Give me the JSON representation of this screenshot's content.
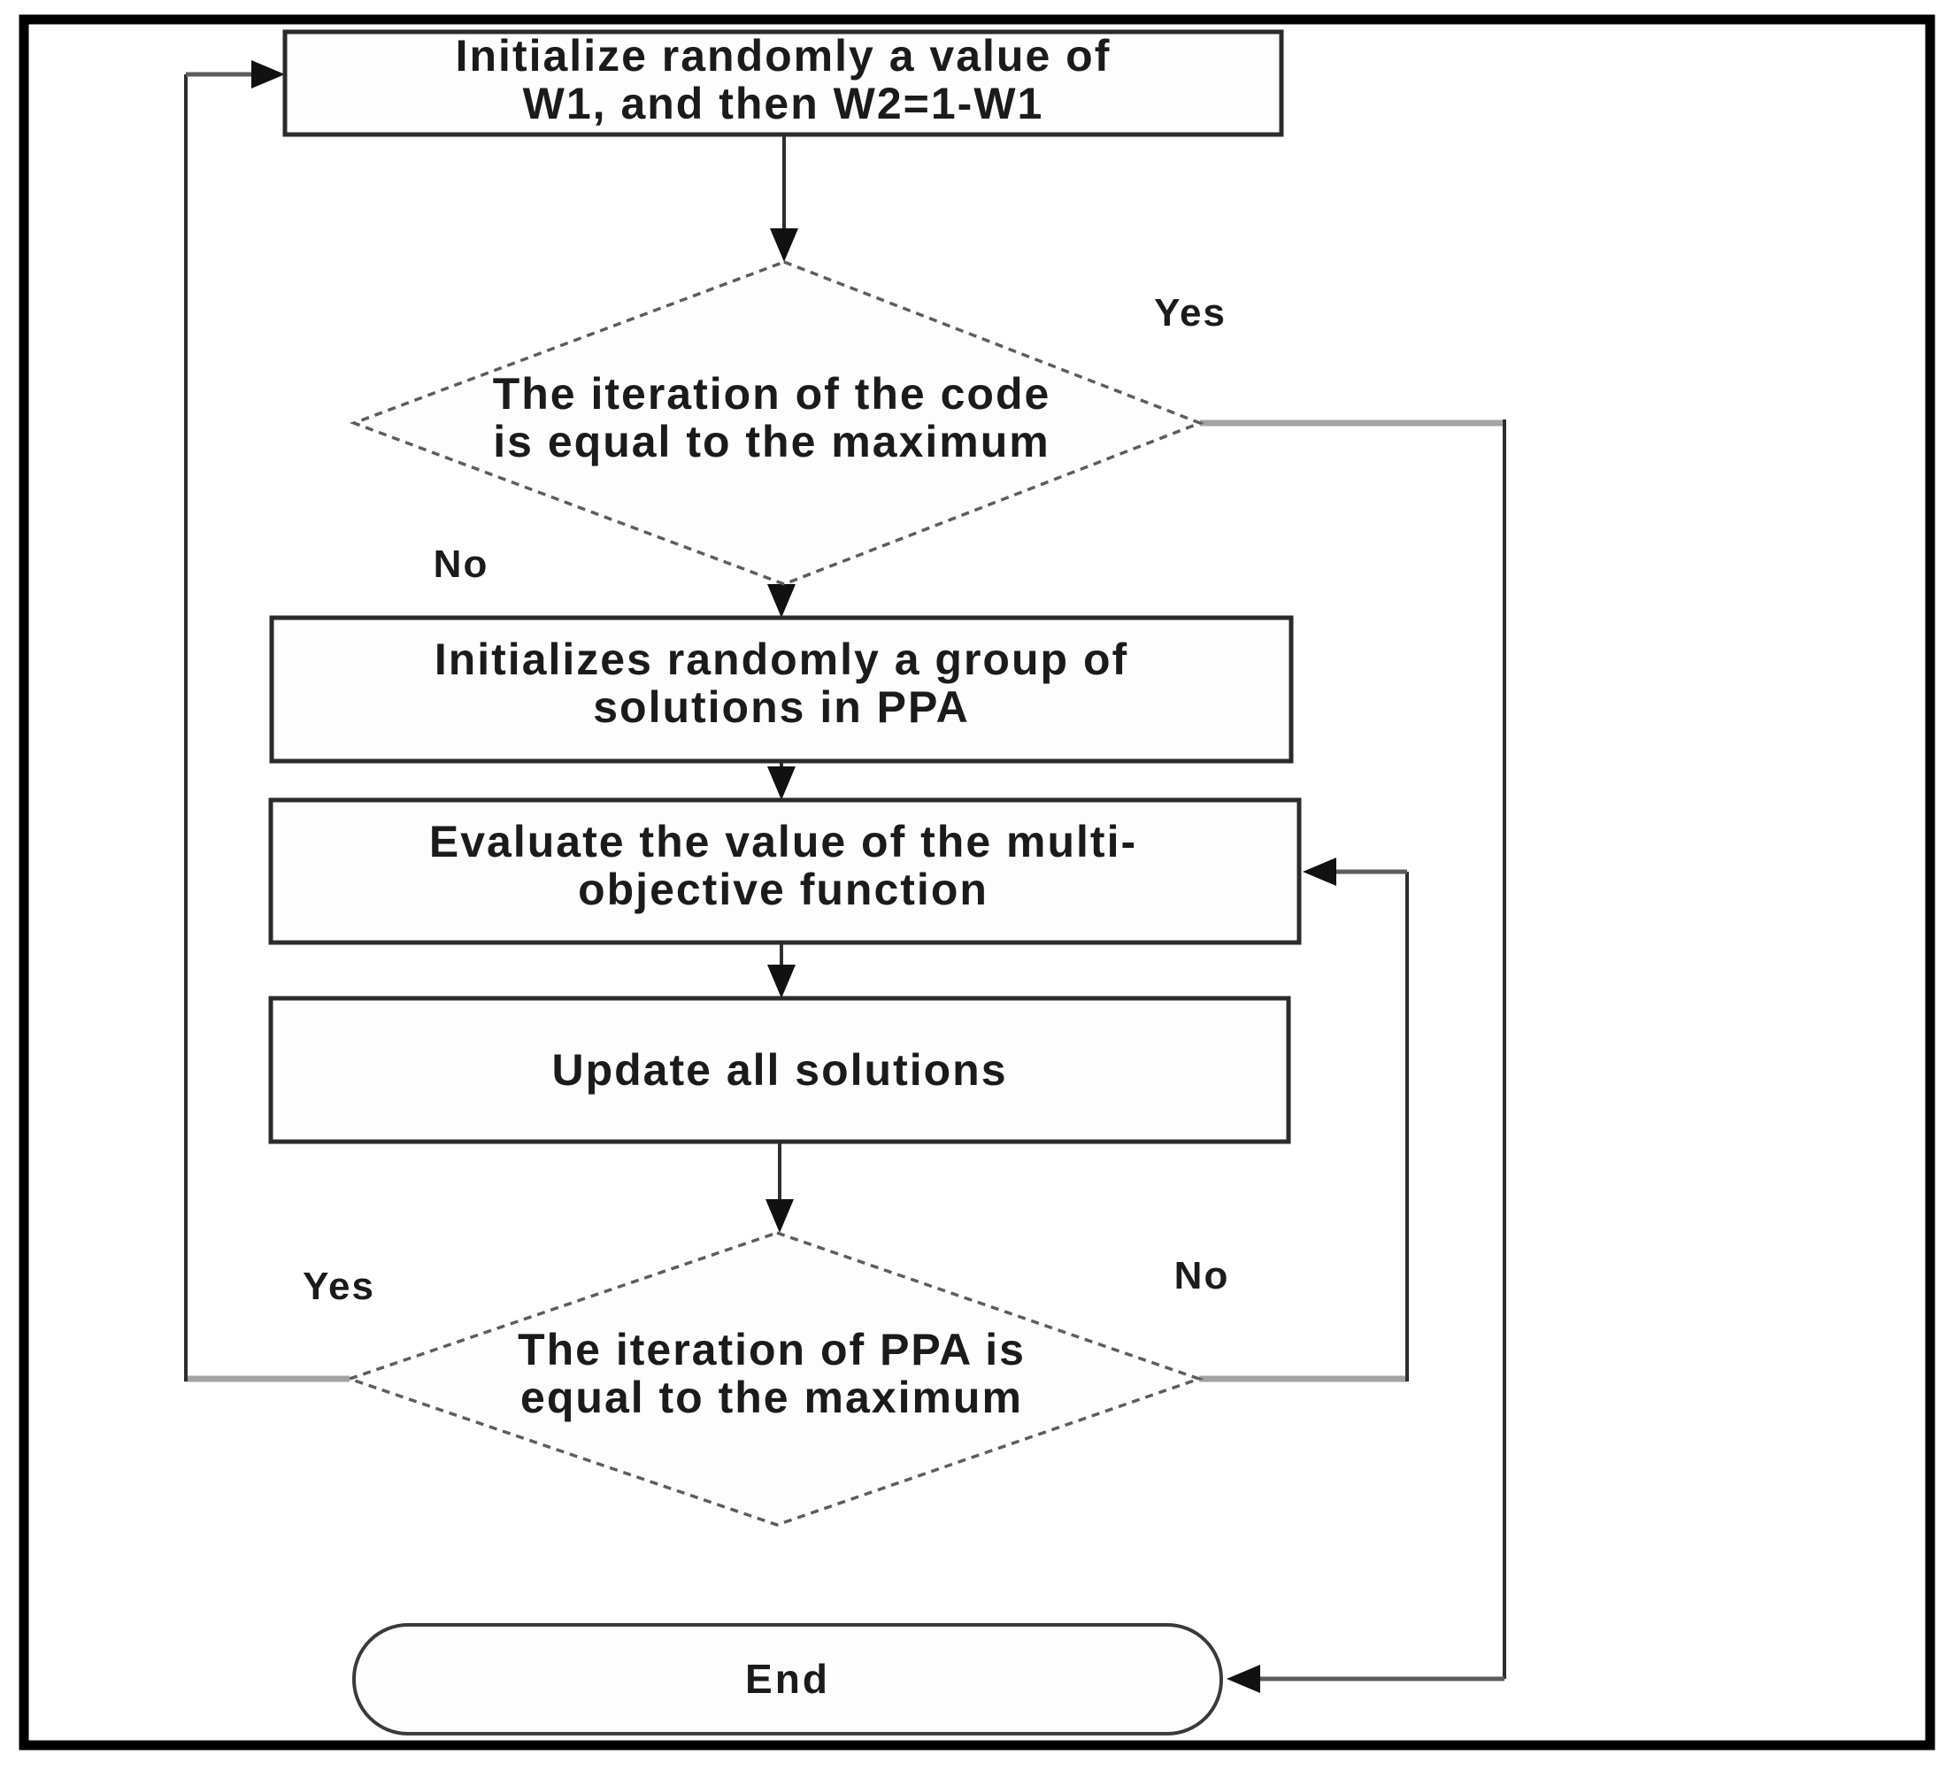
{
  "figure": {
    "kind": "flowchart",
    "colors": {
      "background": "#ffffff",
      "ink": "#1b1b1b",
      "frame": "#000000",
      "connector_gray": "#a3a3a3"
    }
  },
  "flowchart": {
    "start": {
      "shape": "process",
      "lines": [
        "Initialize randomly a value of",
        "W1, and then W2=1-W1"
      ]
    },
    "decision_code": {
      "shape": "decision",
      "lines": [
        "The iteration of the code",
        "is equal to the maximum"
      ],
      "yes_label": "Yes",
      "no_label": "No"
    },
    "init_ppa": {
      "shape": "process",
      "lines": [
        "Initializes randomly a group of",
        "solutions in PPA"
      ]
    },
    "evaluate": {
      "shape": "process",
      "lines": [
        "Evaluate the value of the multi-",
        "objective function"
      ]
    },
    "update": {
      "shape": "process",
      "lines": [
        "Update all solutions"
      ]
    },
    "decision_ppa": {
      "shape": "decision",
      "lines": [
        "The iteration of PPA is",
        "equal to the maximum"
      ],
      "yes_label": "Yes",
      "no_label": "No"
    },
    "end": {
      "shape": "terminator",
      "label": "End"
    }
  }
}
